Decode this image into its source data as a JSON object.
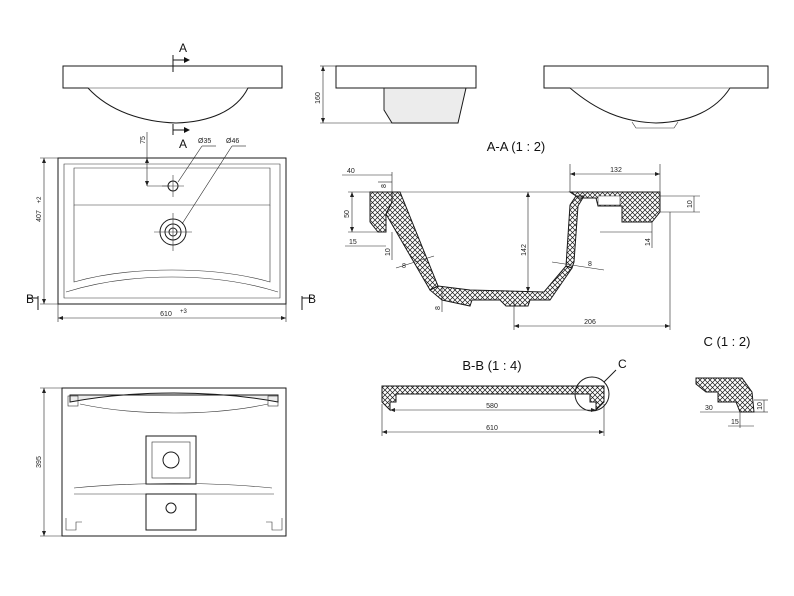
{
  "section_marks": {
    "a_top": "A",
    "a_bottom": "A",
    "b_left": "B",
    "b_right": "B",
    "c_callout": "C"
  },
  "titles": {
    "section_aa": "A-A (1 : 2)",
    "section_bb": "B-B (1 : 4)",
    "detail_c": "C (1 : 2)"
  },
  "dimensions": {
    "height_side": "160",
    "tap_offset": "75",
    "tap_hole_dia": "Ø35",
    "drain_dia": "Ø46",
    "depth_plan": "407",
    "depth_plan_tol": "+2",
    "width_plan": "610",
    "width_plan_tol": "+3",
    "depth_bottom": "395",
    "aa_40": "40",
    "aa_8_top": "8",
    "aa_50": "50",
    "aa_15": "15",
    "aa_10_left": "10",
    "aa_8_wall_left": "8",
    "aa_8_bottom": "8",
    "aa_142": "142",
    "aa_8_wall_right": "8",
    "aa_132": "132",
    "aa_10_right": "10",
    "aa_14": "14",
    "aa_206": "206",
    "bb_580": "580",
    "bb_610": "610",
    "c_30": "30",
    "c_10": "10",
    "c_15": "15"
  },
  "colors": {
    "line": "#1a1a1a",
    "background": "#ffffff",
    "shade": "#ececec"
  }
}
